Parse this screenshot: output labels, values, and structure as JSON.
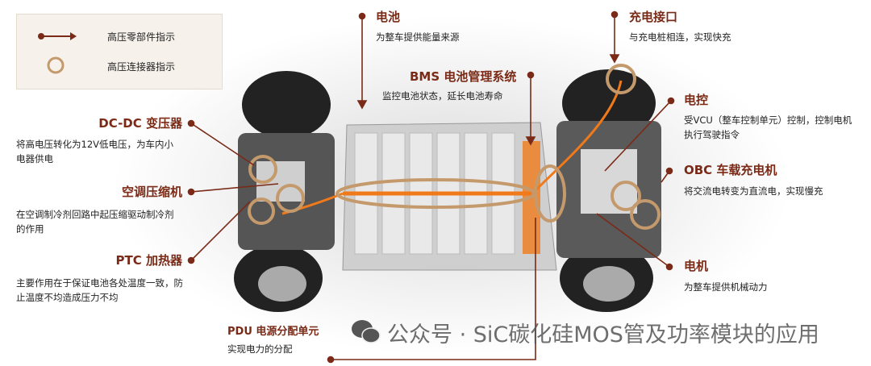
{
  "legend": {
    "items": [
      {
        "label": "高压零部件指示",
        "icon": "arrow-indicator-icon"
      },
      {
        "label": "高压连接器指示",
        "icon": "ring-indicator-icon"
      }
    ]
  },
  "colors": {
    "accent": "#7a2a16",
    "ring": "#c49a6c",
    "cable": "#f07a1a"
  },
  "labels": {
    "battery": {
      "title": "电池",
      "desc": "为整车提供能量来源"
    },
    "bms": {
      "title": "BMS 电池管理系统",
      "desc": "监控电池状态，延长电池寿命"
    },
    "charge_port": {
      "title": "充电接口",
      "desc": "与充电桩相连，实现快充"
    },
    "ecu": {
      "title": "电控",
      "desc": "受VCU（整车控制单元）控制，控制电机执行驾驶指令"
    },
    "obc": {
      "title": "OBC 车载充电机",
      "desc": "将交流电转变为直流电，实现慢充"
    },
    "motor": {
      "title": "电机",
      "desc": "为整车提供机械动力"
    },
    "pdu": {
      "title": "PDU 电源分配单元",
      "desc": "实现电力的分配"
    },
    "dcdc": {
      "title": "DC-DC 变压器",
      "desc": "将高电压转化为12V低电压，为车内小电器供电"
    },
    "ac": {
      "title": "空调压缩机",
      "desc": "在空调制冷剂回路中起压缩驱动制冷剂的作用"
    },
    "ptc": {
      "title": "PTC 加热器",
      "desc": "主要作用在于保证电池各处温度一致，防止温度不均造成压力不均"
    }
  },
  "watermark": "公众号 · SiC碳化硅MOS管及功率模块的应用"
}
